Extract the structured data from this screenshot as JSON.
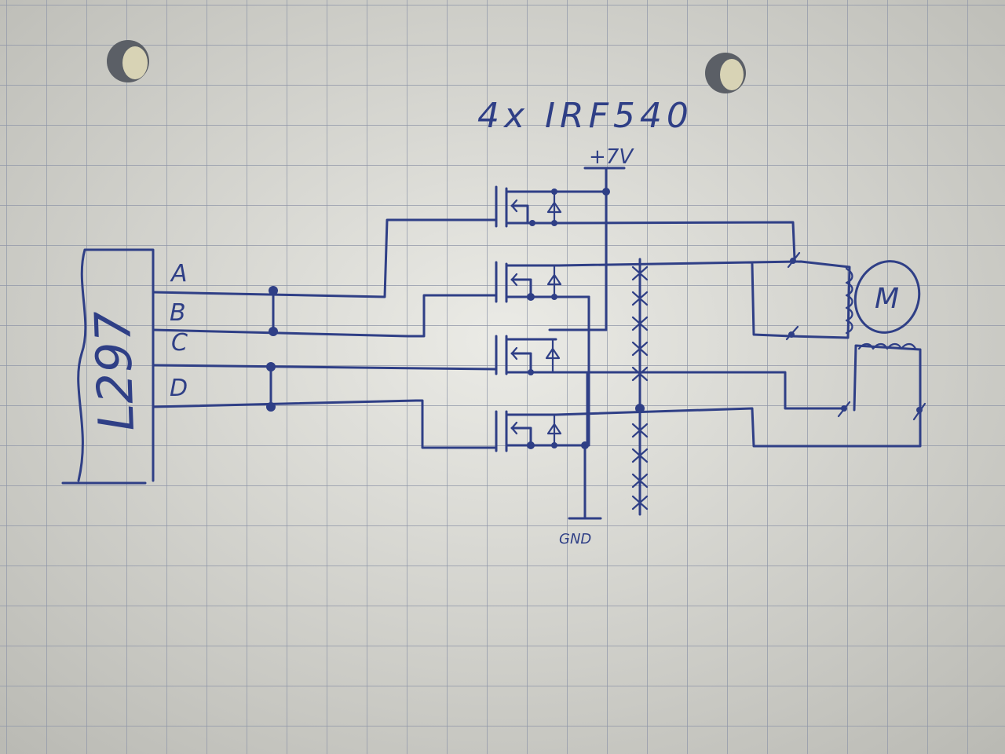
{
  "title": "4x IRF540",
  "supply_label": "+7V",
  "ground_label": "GND",
  "controller": {
    "name": "L297",
    "pins": [
      "A",
      "B",
      "C",
      "D"
    ]
  },
  "motor_label": "M",
  "colors": {
    "ink": "#2f3f86",
    "paper": "#e3e3dd",
    "grid": "#8f96a8",
    "hole": "#5b5f66"
  }
}
